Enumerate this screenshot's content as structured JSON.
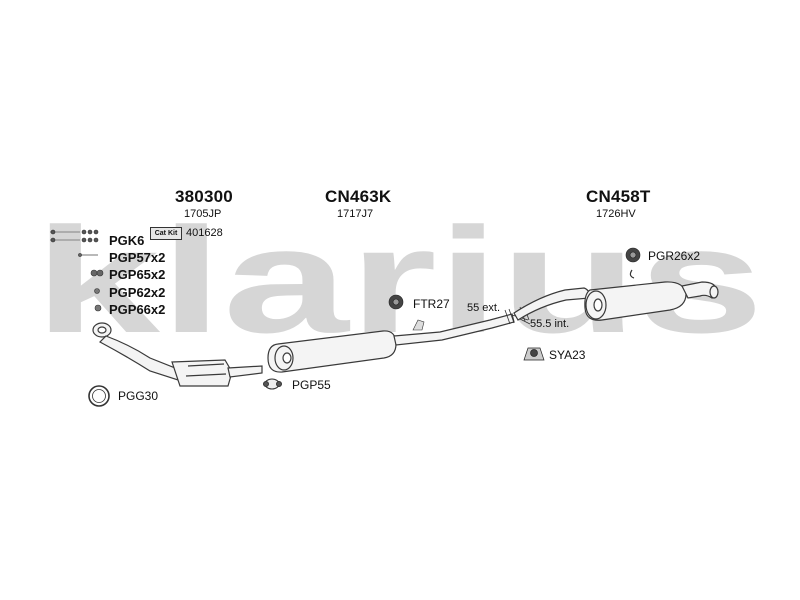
{
  "watermark": {
    "brand": "klarius"
  },
  "sections": [
    {
      "code": "380300",
      "sub": "1705JP",
      "kit_badge": "Cat Kit",
      "kit_number": "401628"
    },
    {
      "code": "CN463K",
      "sub": "1717J7"
    },
    {
      "code": "CN458T",
      "sub": "1726HV"
    }
  ],
  "fitting_kits": [
    "PGK6",
    "PGP57x2",
    "PGP65x2",
    "PGP62x2",
    "PGP66x2"
  ],
  "parts": {
    "gasket": "PGG30",
    "clamp": "PGP55",
    "ftr": "FTR27",
    "pgr": "PGR26x2",
    "sya": "SYA23"
  },
  "dimensions": {
    "ext": "55 ext.",
    "int": "55.5 int."
  },
  "colors": {
    "watermark": "#d6d6d6",
    "pipe_fill": "#f4f4f4",
    "pipe_stroke": "#3a3a3a"
  }
}
